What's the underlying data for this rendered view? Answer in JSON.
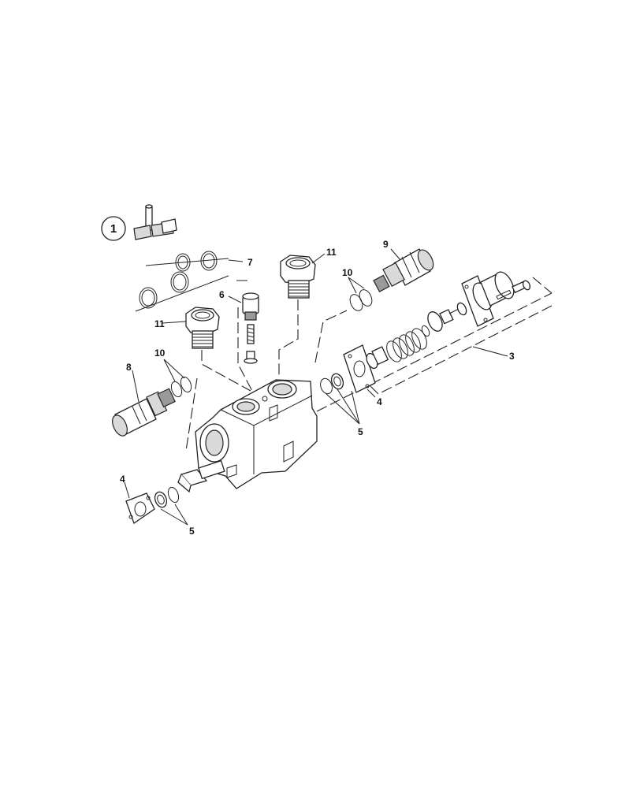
{
  "callouts": {
    "c1": "1",
    "c3": "3",
    "c4a": "4",
    "c4b": "4",
    "c5a": "5",
    "c5b": "5",
    "c6": "6",
    "c7": "7",
    "c8": "8",
    "c9": "9",
    "c10a": "10",
    "c10b": "10",
    "c11a": "11",
    "c11b": "11"
  },
  "icons": {
    "kit_symbol": "seal-kit-icon"
  }
}
